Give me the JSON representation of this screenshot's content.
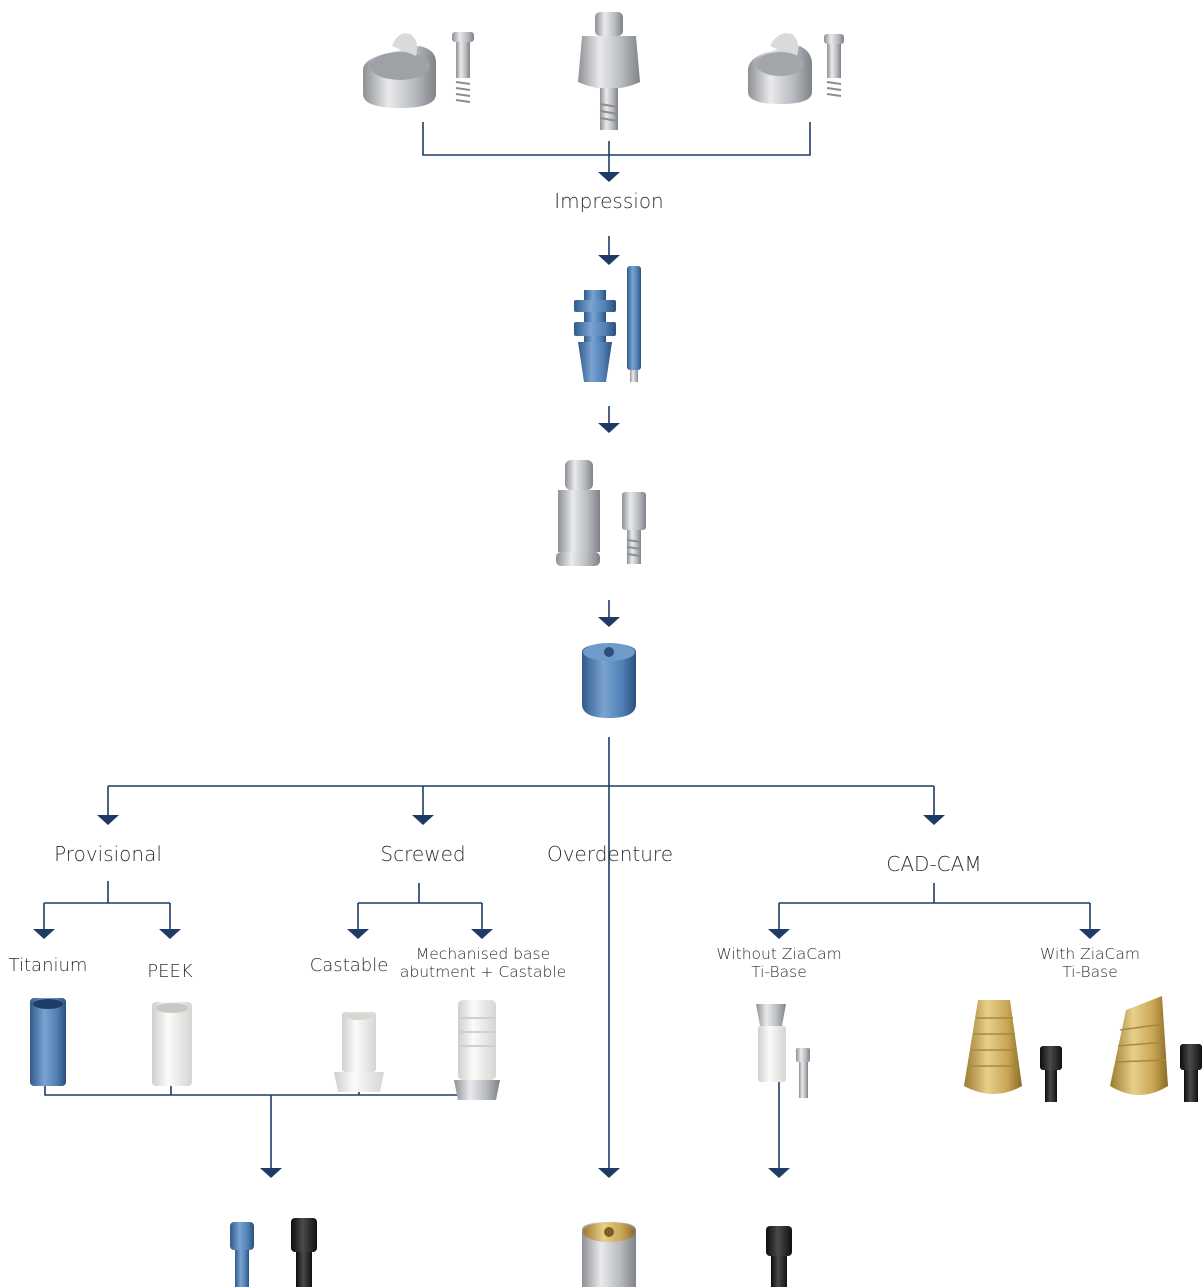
{
  "labels": {
    "impression": "Impression",
    "provisional": "Provisional",
    "screwed": "Screwed",
    "overdenture": "Overdenture",
    "cadcam": "CAD-CAM",
    "titanium": "Titanium",
    "peek": "PEEK",
    "castable": "Castable",
    "mechanised_line1": "Mechanised base",
    "mechanised_line2": "abutment + Castable",
    "without_line1": "Without ZiaCam",
    "without_line2": "Ti-Base",
    "with_line1": "With ZiaCam",
    "with_line2": "Ti-Base"
  },
  "colors": {
    "line": "#1e3b66",
    "text": "#2b2f38",
    "silver": "#c6c8cb",
    "blue": "#4f7fb4",
    "gold": "#c9a655",
    "white": "#ececea",
    "black": "#1b1b1b"
  }
}
